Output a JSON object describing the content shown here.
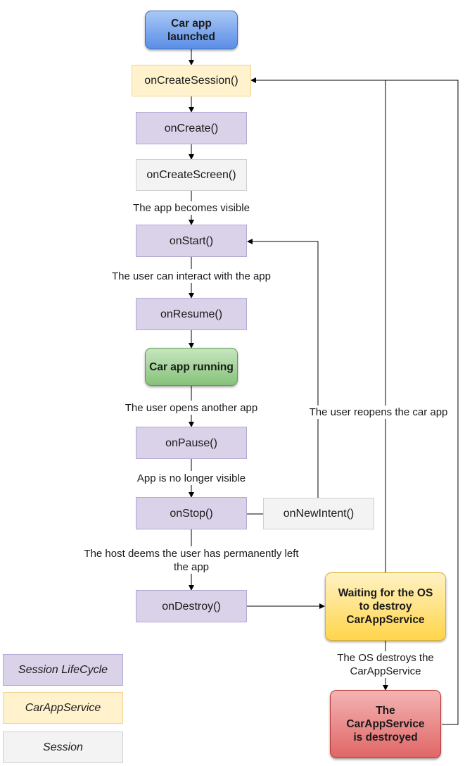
{
  "nodes": {
    "car_app_launched": "Car app launched",
    "on_create_session": "onCreateSession()",
    "on_create": "onCreate()",
    "on_create_screen": "onCreateScreen()",
    "on_start": "onStart()",
    "on_resume": "onResume()",
    "car_app_running": "Car app running",
    "on_pause": "onPause()",
    "on_stop": "onStop()",
    "on_new_intent": "onNewIntent()",
    "on_destroy": "onDestroy()",
    "waiting_for_os": "Waiting for the OS to destroy CarAppService",
    "service_destroyed": "The CarAppService is destroyed"
  },
  "edge_labels": {
    "app_visible": "The app becomes visible",
    "user_can_interact": "The user can interact with the app",
    "user_opens_another": "The user opens another app",
    "no_longer_visible": "App is no longer visible",
    "host_deems_left": "The host deems the user has permanently left the app",
    "user_reopens": "The user reopens the car app",
    "os_destroys": "The OS destroys the CarAppService"
  },
  "legend": {
    "session_lifecycle": "Session LifeCycle",
    "car_app_service": "CarAppService",
    "session": "Session"
  },
  "colors": {
    "lifecycle_fill": "#d9d2e9",
    "service_fill": "#fff2cc",
    "session_fill": "#f3f3f3",
    "launched_fill": "#6d9eeb",
    "running_fill": "#93c47d",
    "waiting_fill": "#ffd966",
    "destroyed_fill": "#e06666"
  }
}
